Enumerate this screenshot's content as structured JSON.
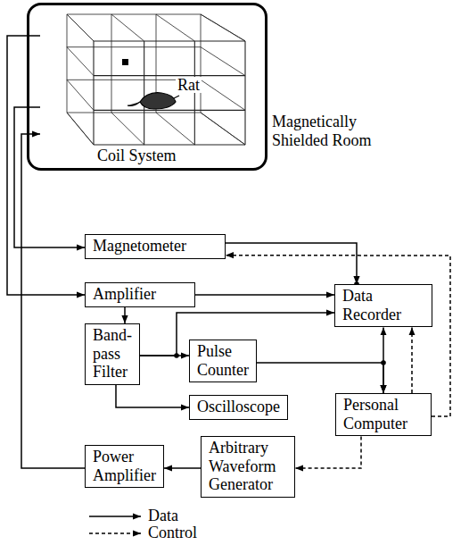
{
  "diagram": {
    "nodes": [
      {
        "text": [
          "Magnetically Shielded Room"
        ]
      },
      {
        "text": [
          "Coil System"
        ],
        "in": 0
      },
      {
        "text": [
          "Magnetometer"
        ]
      },
      {
        "text": [
          "Amplifier"
        ]
      },
      {
        "text": [
          "Data Recorder"
        ]
      },
      {
        "text": [
          "Band-pass Filter"
        ]
      },
      {
        "text": [
          "Pulse Counter"
        ]
      },
      {
        "text": [
          "Oscilloscope"
        ]
      },
      {
        "text": [
          "Personal Computer"
        ]
      },
      {
        "text": [
          "Power Amplifier"
        ]
      },
      {
        "text": [
          "Arbitrary Waveform Generator"
        ]
      }
    ],
    "edges": [
      {
        "from": 1,
        "to": 2,
        "arrow": "to"
      },
      {
        "from": 1,
        "to": 3,
        "arrow": "to"
      },
      {
        "from": 3,
        "to": 4,
        "arrow": "to"
      },
      {
        "from": 3,
        "to": 5,
        "arrow": "to"
      },
      {
        "from": 5,
        "to": 6,
        "arrow": "to"
      },
      {
        "from": 5,
        "to": 4,
        "arrow": "to"
      },
      {
        "from": 5,
        "to": 7,
        "arrow": "to"
      },
      {
        "from": 6,
        "to": 8,
        "arrow": "to"
      },
      {
        "from": 2,
        "to": 4,
        "arrow": "to"
      },
      {
        "from": 4,
        "to": 8,
        "arrow": "both"
      },
      {
        "from": 8,
        "to": 2,
        "arrow": "to"
      },
      {
        "from": 8,
        "to": 4,
        "arrow": "to"
      },
      {
        "from": 8,
        "to": 10,
        "arrow": "to"
      },
      {
        "from": 10,
        "to": 9,
        "arrow": "to"
      },
      {
        "from": 9,
        "to": 1,
        "arrow": "to"
      }
    ],
    "labels": [
      "Rat"
    ],
    "legend": [
      {
        "text": "Data"
      },
      {
        "text": "Control"
      }
    ]
  }
}
